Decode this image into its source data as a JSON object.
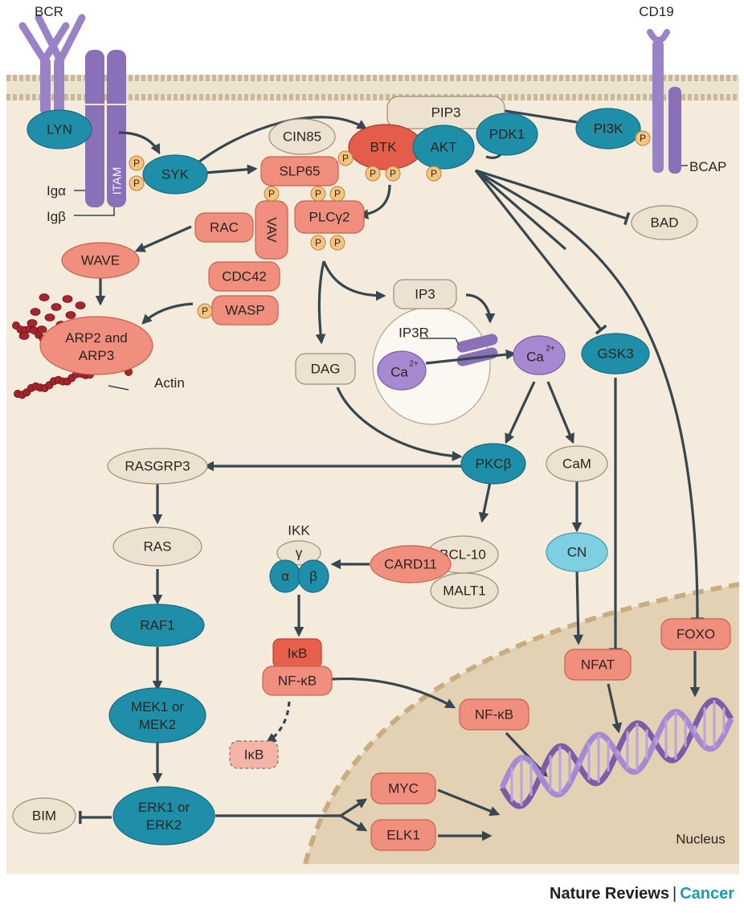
{
  "receptors": {
    "bcr": "BCR",
    "cd19": "CD19",
    "ig_alpha": "Igα",
    "ig_beta": "Igβ",
    "itam": "ITAM",
    "bcap": "BCAP"
  },
  "nodes": {
    "lyn": "LYN",
    "syk": "SYK",
    "cin85": "CIN85",
    "slp65": "SLP65",
    "btk": "BTK",
    "akt": "AKT",
    "pdk1": "PDK1",
    "pip3": "PIP3",
    "pi3k": "PI3K",
    "bad": "BAD",
    "vav": "VAV",
    "rac": "RAC",
    "plcg2": "PLCγ2",
    "wave": "WAVE",
    "cdc42": "CDC42",
    "wasp": "WASP",
    "arp": "ARP2 and\nARP3",
    "actin": "Actin",
    "ip3": "IP3",
    "ip3r": "IP3R",
    "ca_store": "Ca",
    "ca_cyto": "Ca",
    "ca_sup": "2+",
    "dag": "DAG",
    "gsk3": "GSK3",
    "pkcb": "PKCβ",
    "cam": "CaM",
    "rasgrp3": "RASGRP3",
    "ras": "RAS",
    "ikk": "IKK",
    "ikk_gamma": "γ",
    "ikk_alpha": "α",
    "ikk_beta": "β",
    "card11": "CARD11",
    "bcl10": "BCL-10",
    "malt1": "MALT1",
    "cn": "CN",
    "raf1": "RAF1",
    "ikb": "IκB",
    "nfkb": "NF-κB",
    "ikb_free": "IκB",
    "nfat": "NFAT",
    "foxo": "FOXO",
    "mek": "MEK1 or\nMEK2",
    "nfkb_nuc": "NF-κB",
    "erk": "ERK1 or\nERK2",
    "bim": "BIM",
    "myc": "MYC",
    "elk1": "ELK1",
    "nucleus": "Nucleus",
    "phospho": "P"
  },
  "footer": {
    "brand": "Nature Reviews",
    "separator": "|",
    "journal": "Cancer"
  },
  "colors": {
    "cytoplasm": "#f4ebdc",
    "nucleus": "#e2d1b3",
    "teal_node": "#1f8fa9",
    "salmon_node": "#f08f7d",
    "beige_node": "#ece2cf",
    "btk_red": "#e45d4b",
    "purple_receptor": "#9a82c6",
    "phospho_orange": "#f6c481",
    "arrow": "#37474f",
    "journal_accent": "#1a9bb4"
  }
}
